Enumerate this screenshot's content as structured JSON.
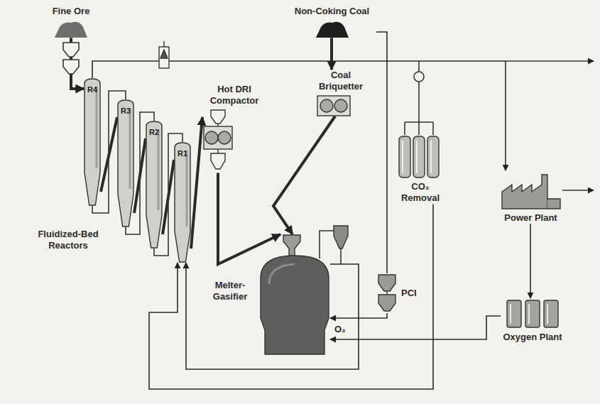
{
  "diagram": {
    "nodes": [
      {
        "text": [
          "Fine Ore"
        ]
      },
      {
        "text": [
          "Non-Coking Coal"
        ]
      },
      {
        "text": [
          "R4"
        ]
      },
      {
        "text": [
          "R3"
        ]
      },
      {
        "text": [
          "R2"
        ]
      },
      {
        "text": [
          "R1"
        ]
      },
      {
        "text": [
          "Hot DRI Compactor"
        ]
      },
      {
        "text": [
          "Coal Briquetter"
        ]
      },
      {
        "text": [
          "Melter-Gasifier"
        ]
      },
      {
        "text": [
          "CO₂ Removal"
        ]
      },
      {
        "text": [
          "PCI"
        ]
      },
      {
        "text": [
          "Power Plant"
        ]
      },
      {
        "text": [
          "Oxygen Plant"
        ]
      }
    ],
    "edges": [
      {
        "from": 0,
        "to": 2,
        "arrow": "to"
      },
      {
        "from": 2,
        "to": 3,
        "arrow": "none"
      },
      {
        "from": 3,
        "to": 4,
        "arrow": "none"
      },
      {
        "from": 4,
        "to": 5,
        "arrow": "none"
      },
      {
        "from": 5,
        "to": 6,
        "arrow": "to"
      },
      {
        "from": 6,
        "to": 8,
        "arrow": "to"
      },
      {
        "from": 1,
        "to": 7,
        "arrow": "to"
      },
      {
        "from": 7,
        "to": 8,
        "arrow": "to"
      },
      {
        "from": 1,
        "to": 10,
        "arrow": "none"
      },
      {
        "from": 10,
        "to": 8,
        "arrow": "to"
      },
      {
        "from": 12,
        "to": 8,
        "arrow": "to",
        "label": "O₂"
      },
      {
        "from": 11,
        "to": 12,
        "arrow": "to"
      },
      {
        "from": 8,
        "to": 5,
        "arrow": "to"
      },
      {
        "from": 2,
        "to": 11,
        "arrow": "to"
      },
      {
        "from": 9,
        "to": 5,
        "arrow": "to"
      }
    ],
    "labels": [
      "Fluidized-Bed Reactors"
    ]
  }
}
